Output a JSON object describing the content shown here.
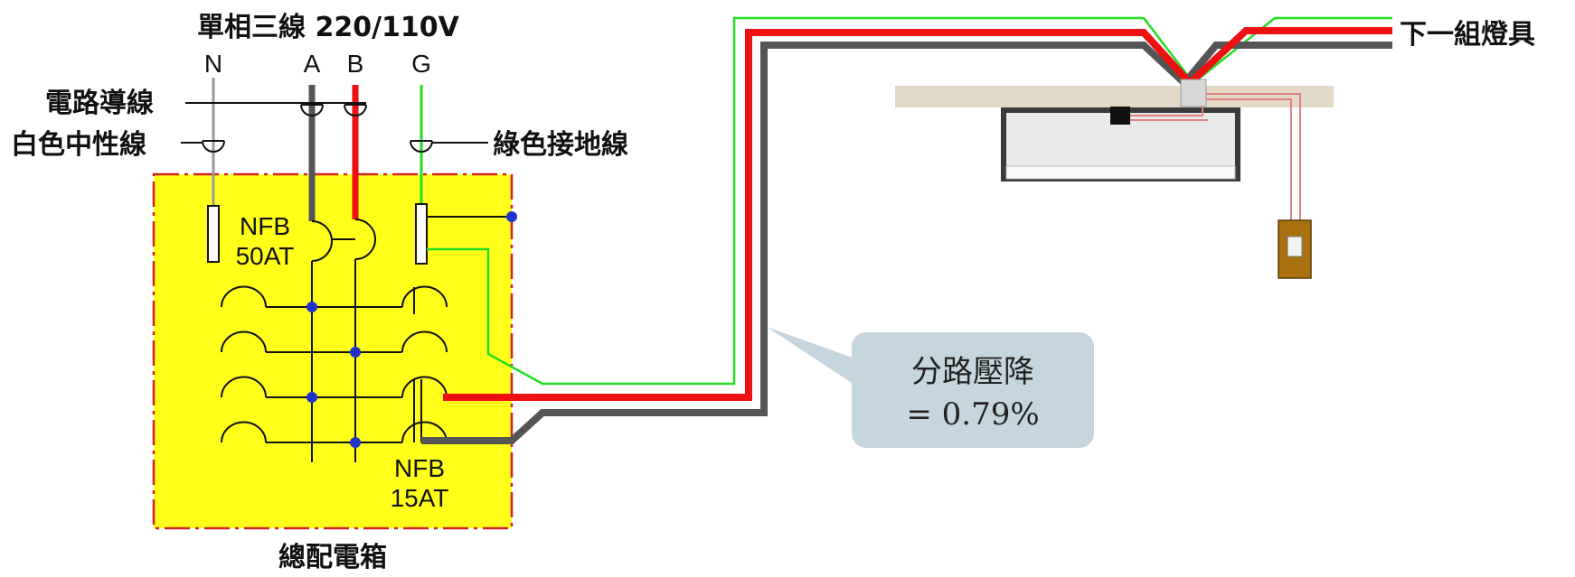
{
  "supply": {
    "title": "單相三線 220/110V",
    "terminals": {
      "n": "N",
      "a": "A",
      "b": "B",
      "g": "G"
    }
  },
  "labels": {
    "circuit_conductor": "電路導線",
    "neutral_wire": "白色中性線",
    "ground_wire": "綠色接地線",
    "next_fixture": "下一組燈具",
    "panel_name": "總配電箱"
  },
  "breakers": {
    "main_line1": "NFB",
    "main_line2": "50AT",
    "branch_line1": "NFB",
    "branch_line2": "15AT"
  },
  "callout": {
    "line1": "分路壓降",
    "line2": "= 0.79%"
  },
  "colors": {
    "panel_fill": "#ffff1a",
    "panel_border": "#d42020",
    "hot_red": "#ee1111",
    "hot_gray": "#555555",
    "ground_green": "#22dd22",
    "neutral_gray": "#9a9a9a",
    "bus_dot": "#2233cc",
    "ceiling": "#e2d9c6",
    "callout_fill": "#c5d6de"
  }
}
